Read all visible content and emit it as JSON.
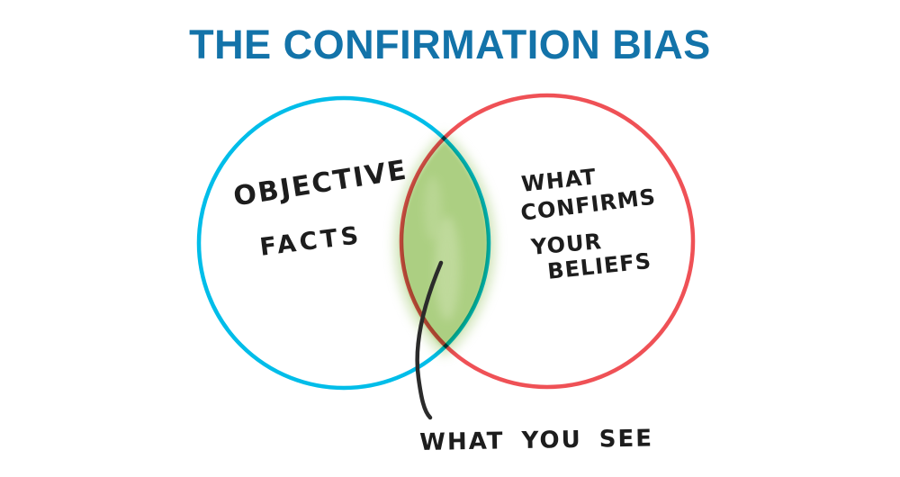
{
  "title": {
    "text": "THE CONFIRMATION BIAS",
    "color": "#1373a9"
  },
  "venn": {
    "left_circle": {
      "stroke_color": "#00bde9",
      "lines": [
        "OBJECTIVE",
        "FACTS"
      ]
    },
    "right_circle": {
      "stroke_color": "#ef5156",
      "lines": [
        "WHAT",
        "CONFIRMS",
        "YOUR",
        "BELIEFS"
      ]
    },
    "intersection": {
      "fill_color": "#a9ce7d",
      "callout_label": "WHAT YOU SEE",
      "callout_line_color": "#2b2b2b"
    }
  }
}
